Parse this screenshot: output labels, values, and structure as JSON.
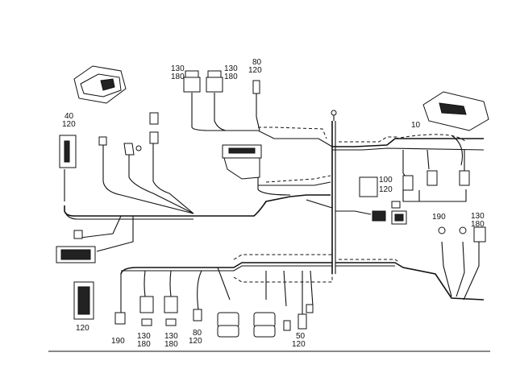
{
  "callouts": [
    {
      "id": "c1",
      "lines": [
        "130",
        "180"
      ]
    },
    {
      "id": "c2",
      "lines": [
        "130",
        "180"
      ]
    },
    {
      "id": "c3",
      "lines": [
        "80",
        "120"
      ]
    },
    {
      "id": "c4",
      "lines": [
        "40",
        "120"
      ]
    },
    {
      "id": "c5",
      "lines": [
        "10"
      ]
    },
    {
      "id": "c6",
      "lines": [
        "100",
        "120"
      ]
    },
    {
      "id": "c7",
      "lines": [
        "190"
      ]
    },
    {
      "id": "c8",
      "lines": [
        "130",
        "180"
      ]
    },
    {
      "id": "c9",
      "lines": [
        "120"
      ]
    },
    {
      "id": "c10",
      "lines": [
        "190"
      ]
    },
    {
      "id": "c11",
      "lines": [
        "130",
        "180"
      ]
    },
    {
      "id": "c12",
      "lines": [
        "130",
        "180"
      ]
    },
    {
      "id": "c13",
      "lines": [
        "80",
        "120"
      ]
    },
    {
      "id": "c14",
      "lines": [
        "50",
        "120"
      ]
    }
  ]
}
